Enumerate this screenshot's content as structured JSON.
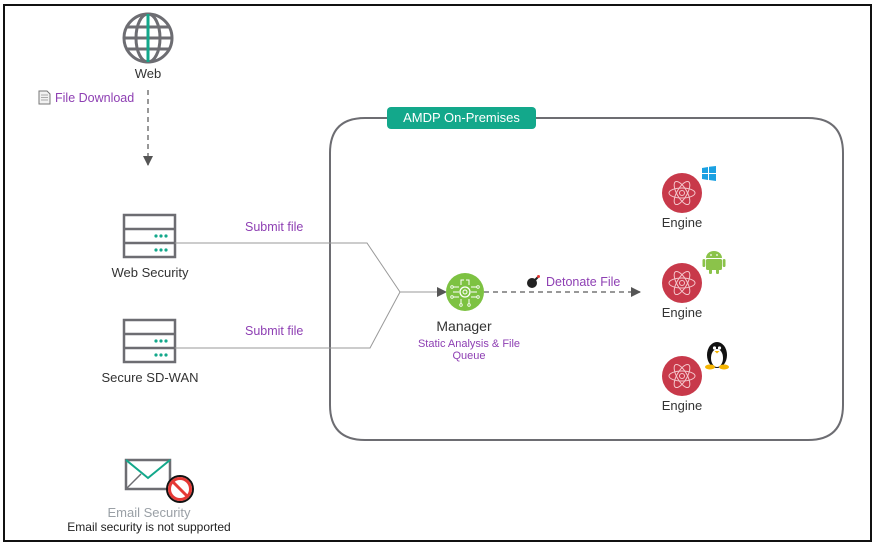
{
  "diagram": {
    "title_badge": "AMDP On-Premises",
    "nodes": {
      "web": {
        "label": "Web",
        "icon": "globe-icon"
      },
      "web_security": {
        "label": "Web Security",
        "icon": "server-icon"
      },
      "secure_sdwan": {
        "label": "Secure SD-WAN",
        "icon": "server-icon"
      },
      "email_security": {
        "label": "Email Security",
        "note": "Email security is not supported",
        "icon": "email-blocked-icon"
      },
      "manager": {
        "label": "Manager",
        "sublabel_line1": "Static Analysis & File",
        "sublabel_line2": "Queue",
        "icon": "manager-chip-icon"
      },
      "engines": [
        {
          "label": "Engine",
          "os": "windows",
          "os_icon": "windows-logo-icon"
        },
        {
          "label": "Engine",
          "os": "android",
          "os_icon": "android-logo-icon"
        },
        {
          "label": "Engine",
          "os": "linux",
          "os_icon": "linux-penguin-icon"
        }
      ]
    },
    "edges": {
      "file_download": "File Download",
      "submit_file_1": "Submit file",
      "submit_file_2": "Submit file",
      "detonate": "Detonate File"
    },
    "colors": {
      "accent_teal": "#13a88b",
      "label_purple": "#8e3fb3",
      "manager_green": "#7dc242",
      "engine_red": "#c8394a",
      "line_gray": "#777777"
    }
  }
}
